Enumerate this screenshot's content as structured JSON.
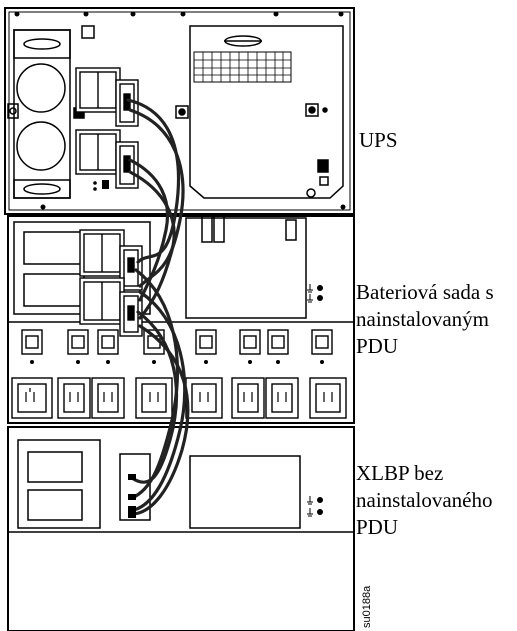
{
  "labels": {
    "ups": "UPS",
    "battery_pack": [
      "Bateriová sada s",
      "nainstalovaným",
      "PDU"
    ],
    "xlbp": [
      "XLBP bez",
      "nainstalovaného",
      "PDU"
    ]
  },
  "figure_id": "su0188a",
  "colors": {
    "line": "#000000",
    "background": "#ffffff",
    "cable": "#222222"
  }
}
